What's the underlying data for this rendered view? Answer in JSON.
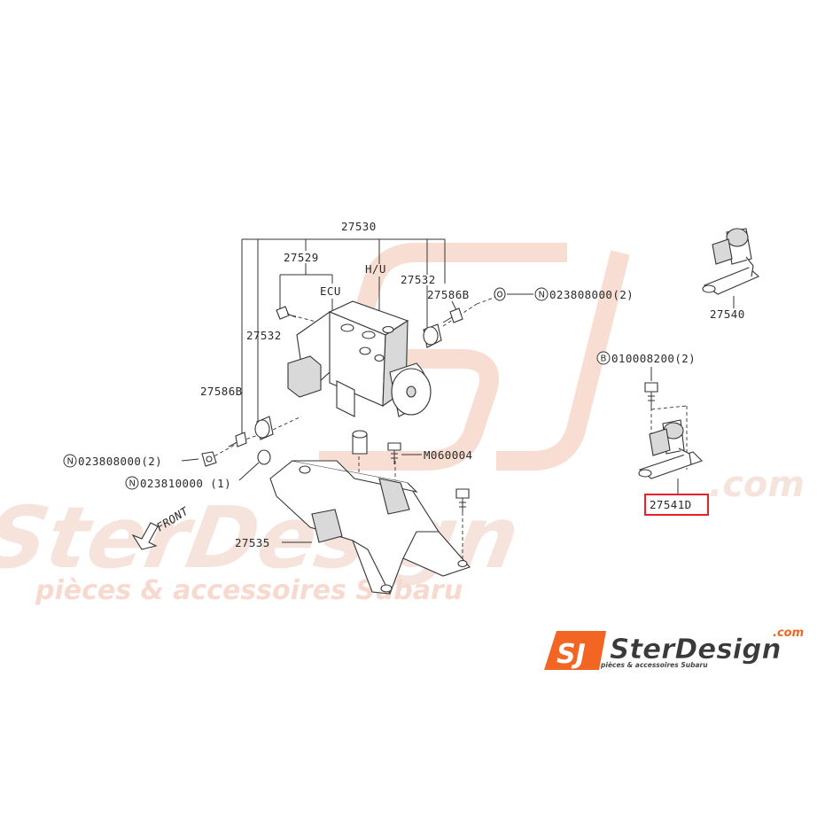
{
  "watermark": {
    "brand": "SterDesign",
    "domain": ".com",
    "tagline": "pièces & accessoires Subaru",
    "monogram": "SJ"
  },
  "logo": {
    "brand": "SterDesign",
    "domain": ".com",
    "tagline": "pièces & accessoires Subaru",
    "monogram": "SJ"
  },
  "labels": {
    "main_unit": "27530",
    "ecu_group": "27529",
    "hu": "H/U",
    "ecu": "ECU",
    "bush_right": "27532",
    "bush_left": "27532",
    "spacer_right": "27586B",
    "spacer_left": "27586B",
    "nut_right": "023808000(2)",
    "nut_left": "023808000(2)",
    "washer_left": "023810000 (1)",
    "bolt_m": "M060004",
    "bracket": "27535",
    "sensor_top": "27540",
    "bolt_b": "010008200(2)",
    "sensor_highlight": "27541D",
    "front": "FRONT"
  },
  "circle_marks": {
    "n": "N",
    "b": "B"
  },
  "colors": {
    "highlight": "#e8202a",
    "logo_orange": "#f26522",
    "watermark": "#f6d9cf"
  }
}
